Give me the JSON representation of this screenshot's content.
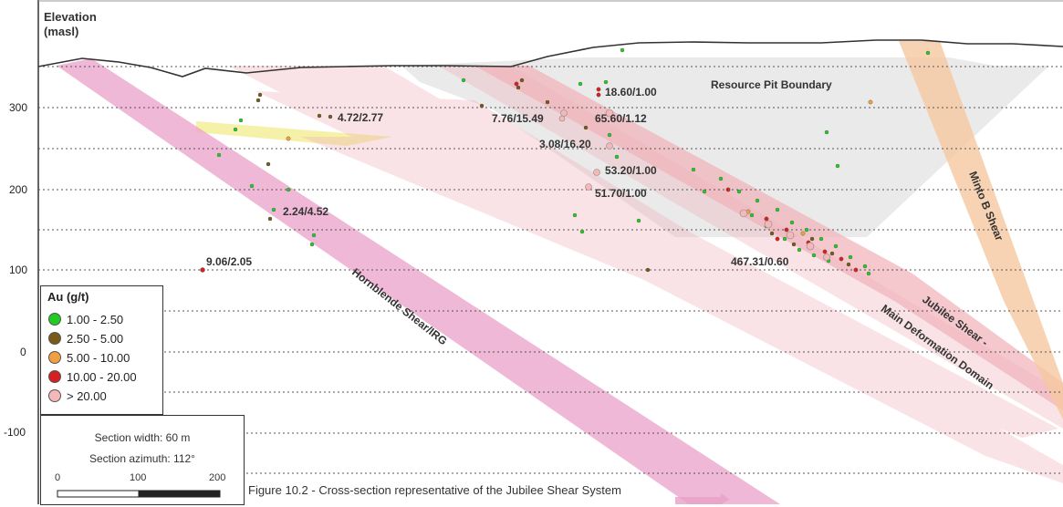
{
  "axis": {
    "title_line1": "Elevation",
    "title_line2": "(masl)",
    "ticks": [
      {
        "label": "300",
        "value": 300
      },
      {
        "label": "200",
        "value": 200
      },
      {
        "label": "100",
        "value": 100
      },
      {
        "label": "0",
        "value": 0
      },
      {
        "label": "-100",
        "value": -100
      }
    ]
  },
  "labels": {
    "resource_pit": "Resource Pit Boundary",
    "minto_b": "Minto B Shear",
    "hornblende": "Hornblende Shear/IRG",
    "jubilee_line1": "Jubilee Shear -",
    "jubilee_line2": "Main Deformation Domain",
    "intercepts": [
      "18.60/1.00",
      "4.72/2.77",
      "7.76/15.49",
      "65.60/1.12",
      "3.08/16.20",
      "53.20/1.00",
      "51.70/1.00",
      "2.24/4.52",
      "9.06/2.05",
      "467.31/0.60"
    ]
  },
  "legend": {
    "title": "Au (g/t)",
    "items": [
      {
        "label": "1.00 - 2.50",
        "color": "#22cc22"
      },
      {
        "label": "2.50 - 5.00",
        "color": "#7a5a1a"
      },
      {
        "label": "5.00 - 10.00",
        "color": "#f0a040"
      },
      {
        "label": "10.00 - 20.00",
        "color": "#d42020"
      },
      {
        "label": "> 20.00",
        "color": "#f5b8b8"
      }
    ]
  },
  "section": {
    "width_text": "Section width: 60 m",
    "azimuth_text": "Section azimuth: 112°",
    "scale_ticks": [
      "0",
      "100",
      "200"
    ]
  },
  "caption": "Figure 10.2 - Cross-section representative of the Jubilee Shear System",
  "colors": {
    "shear_pink": "#e8a0c8",
    "jubilee_pink": "#f0b0b8",
    "minto_orange": "#f5c8a0",
    "pit_gray": "#d8d8d8",
    "yellow_zone": "#f5f0a0"
  }
}
